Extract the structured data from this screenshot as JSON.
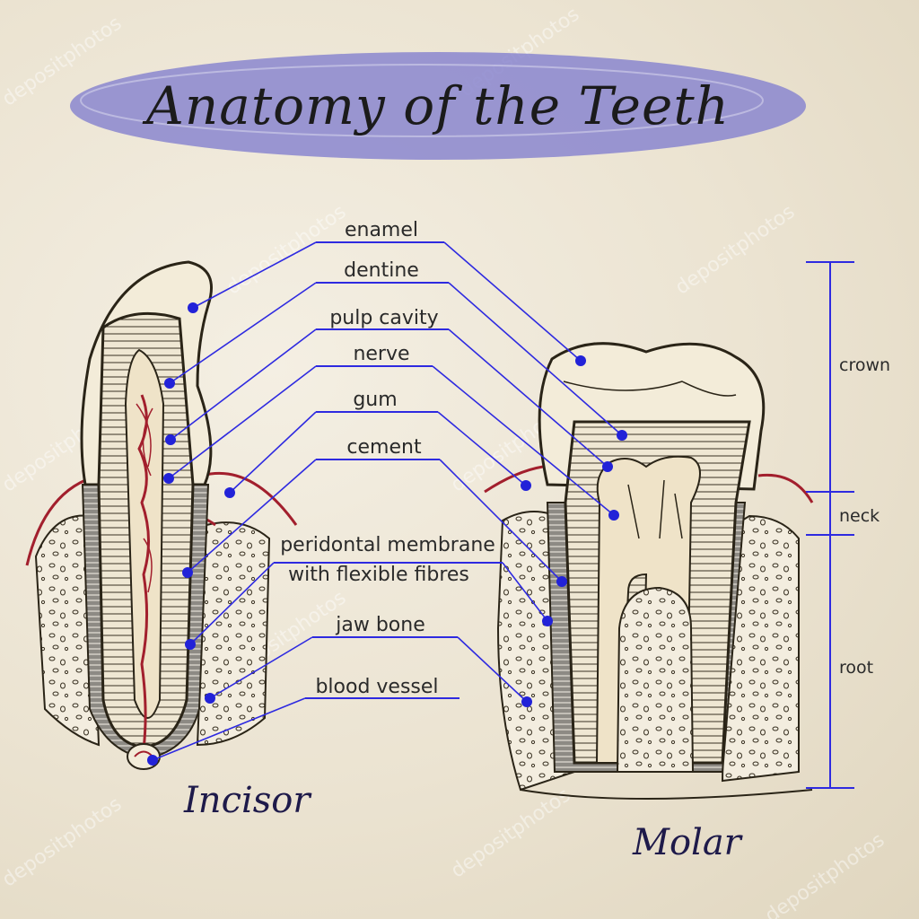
{
  "title": "Anatomy of the Teeth",
  "labels": {
    "enamel": "enamel",
    "dentine": "dentine",
    "pulp_cavity": "pulp cavity",
    "nerve": "nerve",
    "gum": "gum",
    "cement": "cement",
    "periodontal_line1": "peridontal membrane",
    "periodontal_line2": "with flexible fibres",
    "jaw_bone": "jaw bone",
    "blood_vessel": "blood vessel"
  },
  "sections": {
    "crown": "crown",
    "neck": "neck",
    "root": "root"
  },
  "teeth": {
    "incisor": "Incisor",
    "molar": "Molar"
  },
  "watermark": "depositphotos",
  "colors": {
    "title_band": "#8a86cf",
    "leader_lines": "#2e2ae0",
    "gum": "#a21f2d",
    "outline": "#2a2417",
    "tooth_fill": "#f3ecd9"
  }
}
